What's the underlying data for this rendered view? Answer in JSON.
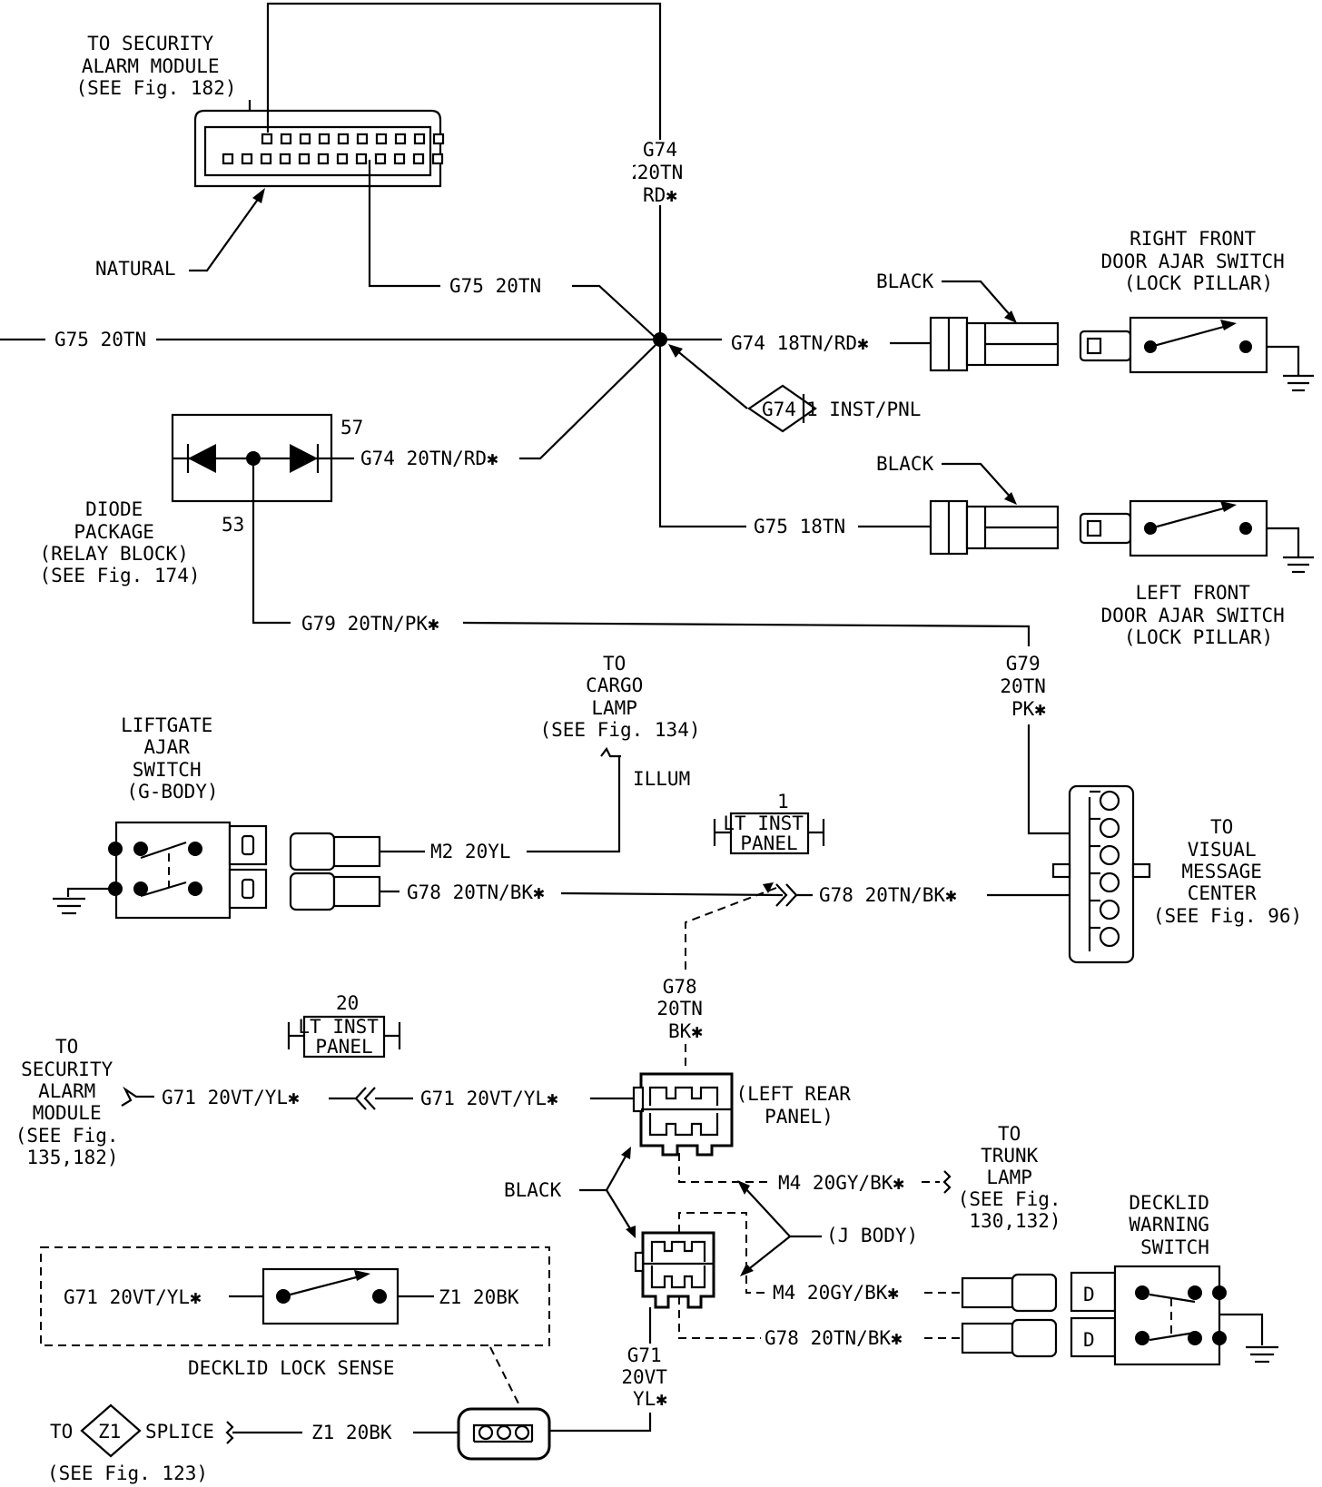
{
  "labels": {
    "sec_alarm_top": [
      "TO SECURITY",
      "ALARM MODULE",
      "(SEE Fig. 182)"
    ],
    "natural": "NATURAL",
    "g74_top": [
      "G74",
      "20TN",
      "RD✱"
    ],
    "g75_branch": "G75 20TN",
    "g75_left": "G75 20TN",
    "g74_rf": "G74 18TN/RD✱",
    "inst_pnl": "1  INST/PNL",
    "splice_g74": "G74",
    "g74_diode": "G74 20TN/RD✱",
    "pin57": "57",
    "pin53": "53",
    "diode_pkg": [
      "DIODE",
      "PACKAGE",
      "(RELAY BLOCK)",
      "(SEE Fig. 174)"
    ],
    "black_rf": "BLACK",
    "black_lf": "BLACK",
    "rf_switch": [
      "RIGHT FRONT",
      "DOOR AJAR SWITCH",
      "(LOCK PILLAR)"
    ],
    "lf_switch": [
      "LEFT FRONT",
      "DOOR AJAR SWITCH",
      "(LOCK PILLAR)"
    ],
    "g75_lf": "G75 18TN",
    "g79_mid": "G79 20TN/PK✱",
    "g79_right": [
      "G79",
      "20TN",
      "PK✱"
    ],
    "cargo": [
      "TO",
      "CARGO",
      "LAMP",
      "(SEE Fig. 134)"
    ],
    "illum": "ILLUM",
    "liftgate": [
      "LIFTGATE",
      "AJAR",
      "SWITCH",
      "(G-BODY)"
    ],
    "m2": "M2 20YL",
    "g78_left": "G78 20TN/BK✱",
    "g78_right": "G78 20TN/BK✱",
    "conn1_num": "1",
    "conn1_box": [
      "LT INST",
      "PANEL"
    ],
    "vmc": [
      "TO",
      "VISUAL",
      "MESSAGE",
      "CENTER",
      "(SEE Fig. 96)"
    ],
    "g78_vert": [
      "G78",
      "20TN",
      "BK✱"
    ],
    "conn20_num": "20",
    "conn20_box": [
      "LT INST",
      "PANEL"
    ],
    "sec_alarm_bottom": [
      "TO",
      "SECURITY",
      "ALARM",
      "MODULE",
      "(SEE Fig.",
      "135,182)"
    ],
    "g71_left": "G71 20VT/YL✱",
    "g71_right": "G71 20VT/YL✱",
    "left_rear_panel": [
      "(LEFT REAR",
      "PANEL)"
    ],
    "black_bottom": "BLACK",
    "m4_upper": "M4 20GY/BK✱",
    "trunk_lamp": [
      "TO",
      "TRUNK",
      "LAMP",
      "(SEE Fig.",
      "130,132)"
    ],
    "j_body": "(J BODY)",
    "decklid_warn": [
      "DECKLID",
      "WARNING",
      "SWITCH"
    ],
    "m4_lower": "M4 20GY/BK✱",
    "g78_lower": "G78 20TN/BK✱",
    "g71_sense": "G71 20VT/YL✱",
    "z1_sense": "Z1 20BK",
    "decklid_sense": "DECKLID LOCK SENSE",
    "g71_vert": [
      "G71",
      "20VT",
      "YL✱"
    ],
    "to": "TO",
    "splice_z1": "Z1",
    "splice": "SPLICE",
    "z1_bottom": "Z1 20BK",
    "see_123": "(SEE Fig. 123)"
  }
}
